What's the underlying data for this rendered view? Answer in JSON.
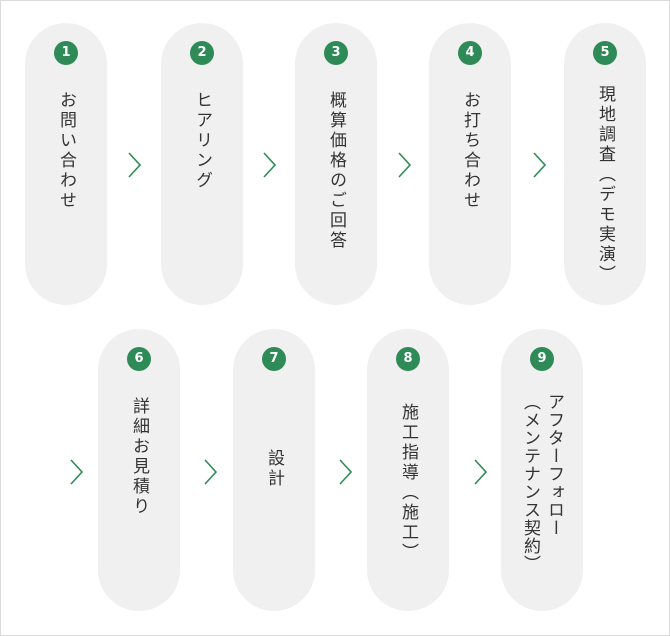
{
  "accent_color": "#2e8b57",
  "steps": [
    {
      "num": "1",
      "label": "お問い合わせ"
    },
    {
      "num": "2",
      "label": "ヒアリング"
    },
    {
      "num": "3",
      "label": "概算価格のご回答"
    },
    {
      "num": "4",
      "label": "お打ち合わせ"
    },
    {
      "num": "5",
      "label": "現地調査（デモ実演）"
    },
    {
      "num": "6",
      "label": "詳細お見積り"
    },
    {
      "num": "7",
      "label": "設計"
    },
    {
      "num": "8",
      "label": "施工指導（施工）"
    },
    {
      "num": "9",
      "label": "アフターフォロー\n（メンテナンス契約）"
    }
  ]
}
